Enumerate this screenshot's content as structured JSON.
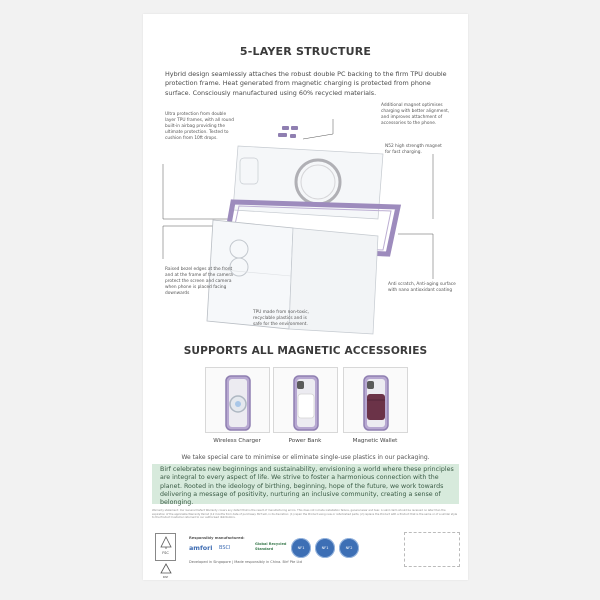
{
  "title": "5-LAYER STRUCTURE",
  "intro": "Hybrid design seamlessly attaches the robust double PC backing to the firm TPU double protection frame. Heat generated from magnetic charging is protected from phone surface. Consciously manufactured using 60% recycled materials.",
  "callouts": {
    "top_left": "Ultra protection from double layer TPU frames, with all round built-in airbag providing the ultimate protection. Tested to cushion from 10ft drops.",
    "top_right": "Additional magnet optimises charging with better alignment, and improves attachment of accessories to the phone.",
    "magnet": "N52 high strength magnet for fast charging.",
    "bottom_left": "Raised bezel edges at the front and at the frame of the camera protect the screen and camera when phone is placed facing downwards",
    "bottom_center": "TPU made from non-toxic, recyclable plastics and is safe for the environment.",
    "bottom_right": "Anti scratch, Anti-aging surface with nano antioxidant coating"
  },
  "accessories_title": "SUPPORTS ALL MAGNETIC ACCESSORIES",
  "accessories": [
    {
      "label": "Wireless Charger"
    },
    {
      "label": "Power Bank"
    },
    {
      "label": "Magnetic Wallet"
    }
  ],
  "eco_line": "We take special care to minimise or eliminate single-use plastics in our packaging.",
  "mission": "Birf celebrates new beginnings and sustainability, envisioning a world where these principles are integral to every aspect of life. We strive to foster a harmonious connection with the planet. Rooted in the ideology of birthing, beginning, hope of the future, we work towards delivering a message of positivity, nurturing an inclusive community, creating a sense of belonging.",
  "warranty": "Warranty statement: Our General Defect Warranty covers any defect that is the result of manufacturing errors. This does not include installation failure, general wear and tear. A valid claim should be received no later than the expiration of the applicable Warranty Period (12 months from date of purchase). Birf will, in its discretion: (1) repair the Product using new or refurbished parts; (2) replace the Product with a Product that is the same or of a similar style to the Product Customer returned to our authorised distributors.",
  "responsibly": "Responsibly manufactured:",
  "amfori": "amfori",
  "bsci": "BSCI",
  "grs": "Global Recycled Standard",
  "badges": [
    "NF1",
    "NF1",
    "NF2"
  ],
  "developed": "Developed in Singapore | Made responsibly in China. Birf Pte Ltd",
  "fsc": "FSC",
  "pap": "PAP",
  "colors": {
    "accent_lavender": "#9d8bbd",
    "mission_bg": "#d7eadc",
    "badge_blue": "#3d6fb5"
  }
}
